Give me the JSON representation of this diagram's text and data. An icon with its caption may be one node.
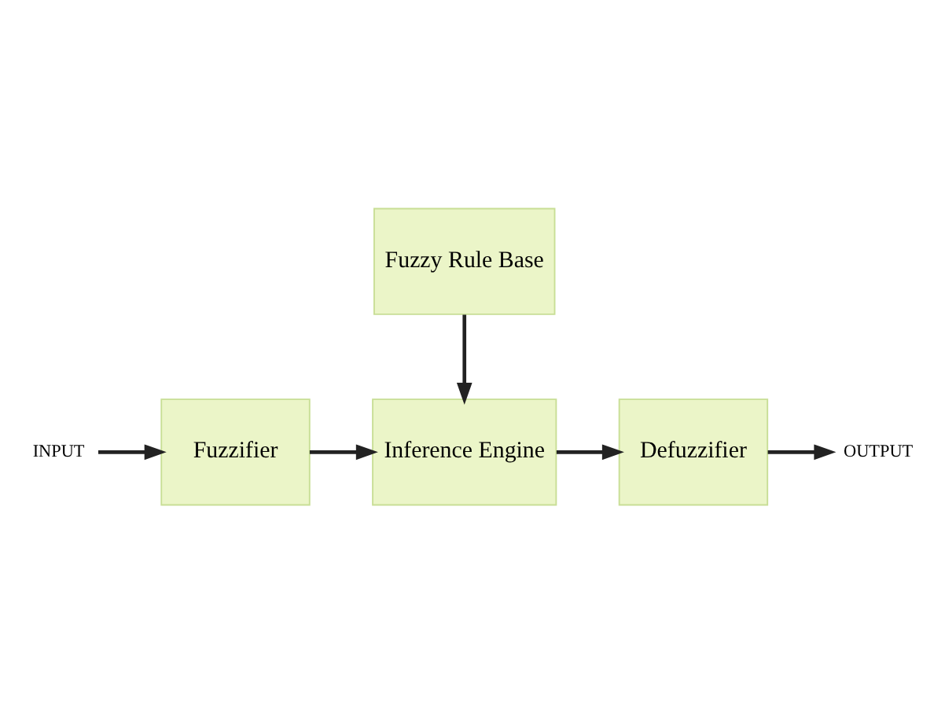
{
  "diagram": {
    "nodes": [
      {
        "text": [
          "INPUT"
        ]
      },
      {
        "text": [
          "Fuzzifier"
        ]
      },
      {
        "text": [
          "Inference Engine"
        ]
      },
      {
        "text": [
          "Defuzzifier"
        ]
      },
      {
        "text": [
          "OUTPUT"
        ]
      },
      {
        "text": [
          "Fuzzy Rule Base"
        ]
      }
    ],
    "edges": [
      {
        "from": 0,
        "to": 1,
        "arrow": "to"
      },
      {
        "from": 1,
        "to": 2,
        "arrow": "to"
      },
      {
        "from": 2,
        "to": 3,
        "arrow": "to"
      },
      {
        "from": 3,
        "to": 4,
        "arrow": "to"
      },
      {
        "from": 5,
        "to": 2,
        "arrow": "to"
      }
    ]
  }
}
